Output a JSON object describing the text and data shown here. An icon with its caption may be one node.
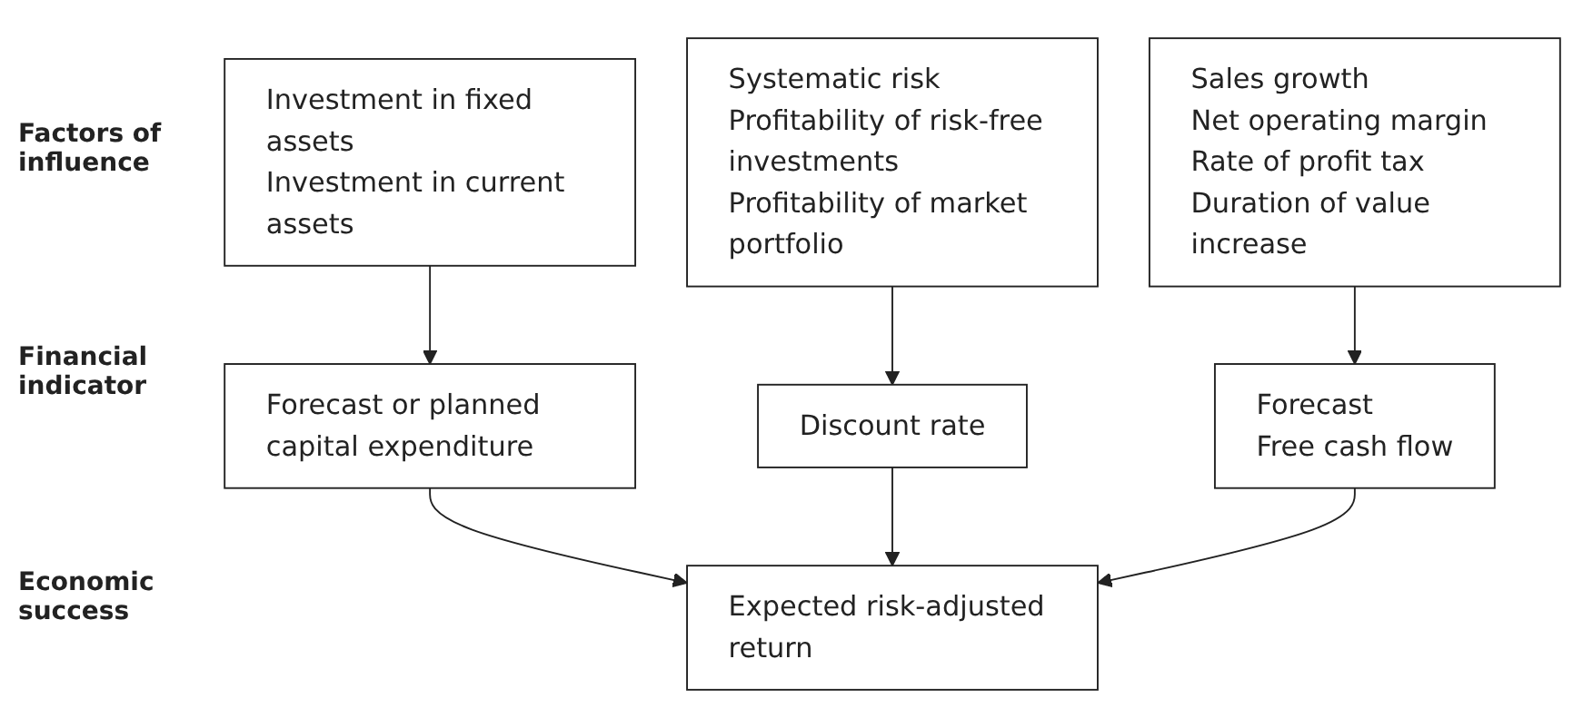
{
  "diagram": {
    "nodes": [
      {
        "text": [
          "Investment in fixed assets",
          "Investment in current assets"
        ]
      },
      {
        "text": [
          "Systematic risk",
          "Profitability of risk-free investments",
          "Profitability of market portfolio"
        ]
      },
      {
        "text": [
          "Sales growth",
          "Net operating margin",
          "Rate of profit tax",
          "Duration of value increase"
        ]
      },
      {
        "text": [
          "Forecast or planned capital expenditure"
        ]
      },
      {
        "text": [
          "Discount rate"
        ]
      },
      {
        "text": [
          "Forecast",
          "Free cash flow"
        ]
      },
      {
        "text": [
          "Expected risk-adjusted return"
        ]
      }
    ],
    "edges": [
      {
        "from": 0,
        "to": 3,
        "arrow": "to"
      },
      {
        "from": 1,
        "to": 4,
        "arrow": "to"
      },
      {
        "from": 2,
        "to": 5,
        "arrow": "to"
      },
      {
        "from": 3,
        "to": 6,
        "arrow": "to"
      },
      {
        "from": 4,
        "to": 6,
        "arrow": "to"
      },
      {
        "from": 5,
        "to": 6,
        "arrow": "to"
      }
    ],
    "labels": [
      "Factors of influence",
      "Financial indicator",
      "Economic success"
    ]
  }
}
